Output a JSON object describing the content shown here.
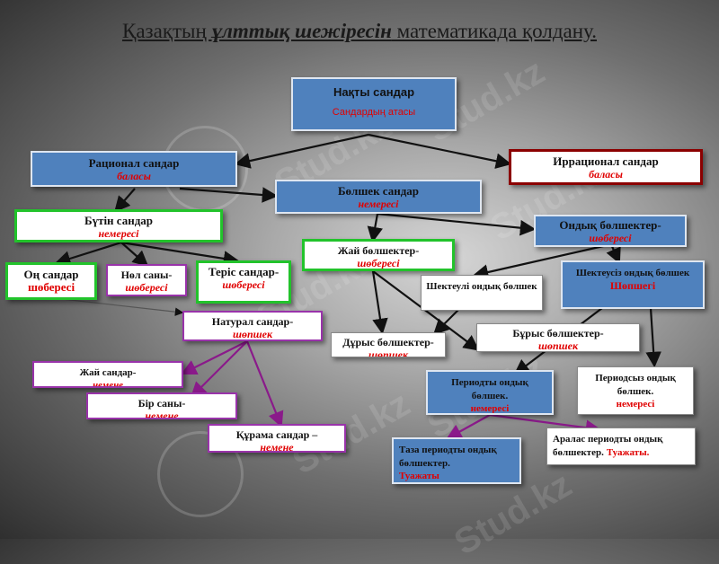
{
  "title": {
    "part1": "Қазақтың ",
    "part2": "ұлттық шежіресін",
    "part3": " математикада қолдану."
  },
  "watermark": "Stud.kz",
  "nodes": {
    "real": {
      "label": "Нақты сандар",
      "sub": "Сандардың атасы"
    },
    "rational": {
      "label": "Рационал сандар",
      "sub": "баласы"
    },
    "irrational": {
      "label": "Иррационал сандар",
      "sub": "баласы"
    },
    "fraction": {
      "label": "Бөлшек сандар",
      "sub": "немересі"
    },
    "integer": {
      "label": "Бүтін сандар",
      "sub": "немересі"
    },
    "decimal": {
      "label": "Ондық бөлшектер-",
      "sub": "шөбересі"
    },
    "positive": {
      "label": "Оң сандар",
      "sub": "шөбересі"
    },
    "zero": {
      "label": "Нөл саны-",
      "sub": "шөбересі"
    },
    "negative": {
      "label": "Теріс сандар-",
      "sub": "шөбересі"
    },
    "common": {
      "label": "Жай бөлшектер-",
      "sub": "шөбересі"
    },
    "infinite": {
      "label": "Шектеусіз ондық бөлшек",
      "sub": "Шөпшегі"
    },
    "finite": {
      "label": "Шектеулі ондық бөлшек",
      "sub": ""
    },
    "natural": {
      "label": "Натурал сандар-",
      "sub": "шөпшек"
    },
    "proper": {
      "label": "Дұрыс бөлшектер-",
      "sub": "шөпшек"
    },
    "improper": {
      "label": "Бұрыс бөлшектер-",
      "sub": "шөпшек"
    },
    "prime": {
      "label": "Жай сандар-",
      "sub": "немене"
    },
    "one": {
      "label": "Бір саны-",
      "sub": "немене"
    },
    "composite": {
      "label": "Құрама сандар –",
      "sub": "немене"
    },
    "periodic": {
      "label": "Периодты ондық бөлшек.",
      "sub": "немересі"
    },
    "nonperiodic": {
      "label": "Периодсыз ондық бөлшек.",
      "sub": "немересі"
    },
    "pure": {
      "label": "Таза периодты ондық бөлшектер.",
      "sub": "Туажаты"
    },
    "mixed": {
      "label": "Аралас периодты ондық бөлшектер.",
      "sub": "Туажаты."
    }
  }
}
